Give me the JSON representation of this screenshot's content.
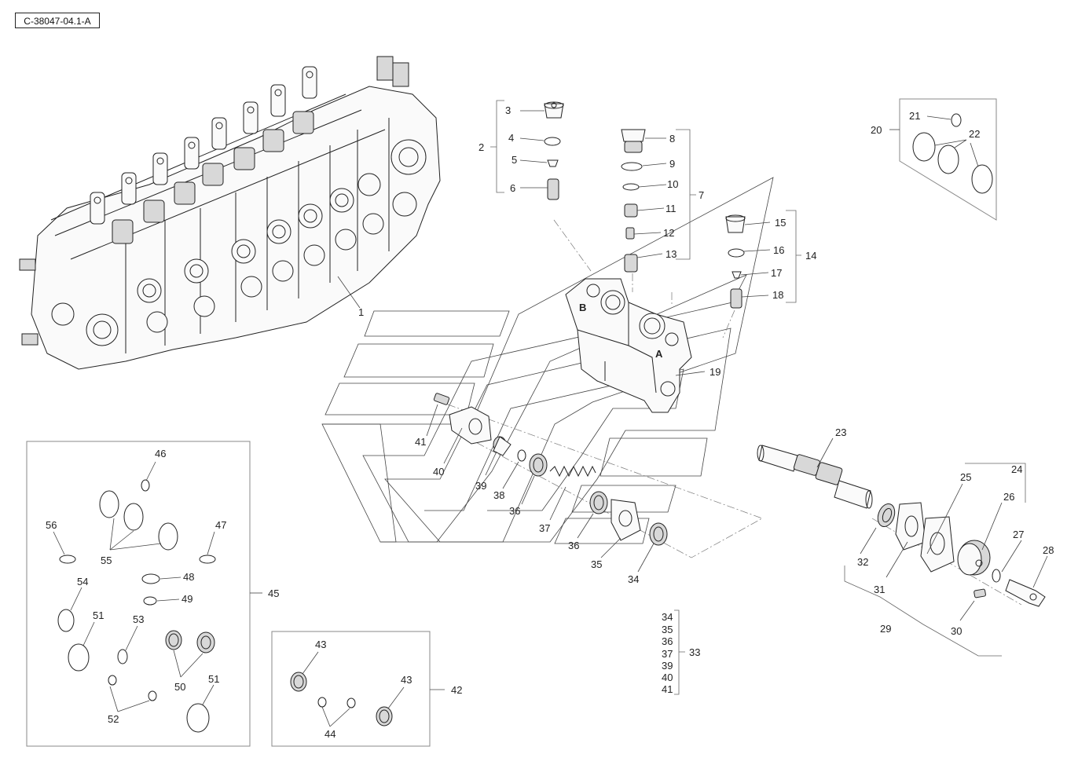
{
  "reference_code": "C-38047-04.1-A",
  "callouts": {
    "c1": "1",
    "c2": "2",
    "c3": "3",
    "c4": "4",
    "c5": "5",
    "c6": "6",
    "c7": "7",
    "c8": "8",
    "c9": "9",
    "c10": "10",
    "c11": "11",
    "c12": "12",
    "c13": "13",
    "c14": "14",
    "c15": "15",
    "c16": "16",
    "c17": "17",
    "c18": "18",
    "c19": "19",
    "c20": "20",
    "c21": "21",
    "c22": "22",
    "c23": "23",
    "c24": "24",
    "c25": "25",
    "c26": "26",
    "c27": "27",
    "c28": "28",
    "c29": "29",
    "c30": "30",
    "c31": "31",
    "c32": "32",
    "c34": "34",
    "c35": "35",
    "c36a": "36",
    "c36b": "36",
    "c37": "37",
    "c38": "38",
    "c39": "39",
    "c40": "40",
    "c41": "41",
    "c42": "42",
    "c43a": "43",
    "c43b": "43",
    "c44": "44",
    "c45": "45",
    "c46": "46",
    "c47": "47",
    "c48": "48",
    "c49": "49",
    "c50": "50",
    "c51a": "51",
    "c51b": "51",
    "c52": "52",
    "c53": "53",
    "c54": "54",
    "c55": "55",
    "c56": "56"
  },
  "kit_33": {
    "label": "33",
    "items": [
      "34",
      "35",
      "36",
      "37",
      "39",
      "40",
      "41"
    ]
  },
  "valve_port_letters": {
    "port_b": "B",
    "port_a": "A"
  }
}
